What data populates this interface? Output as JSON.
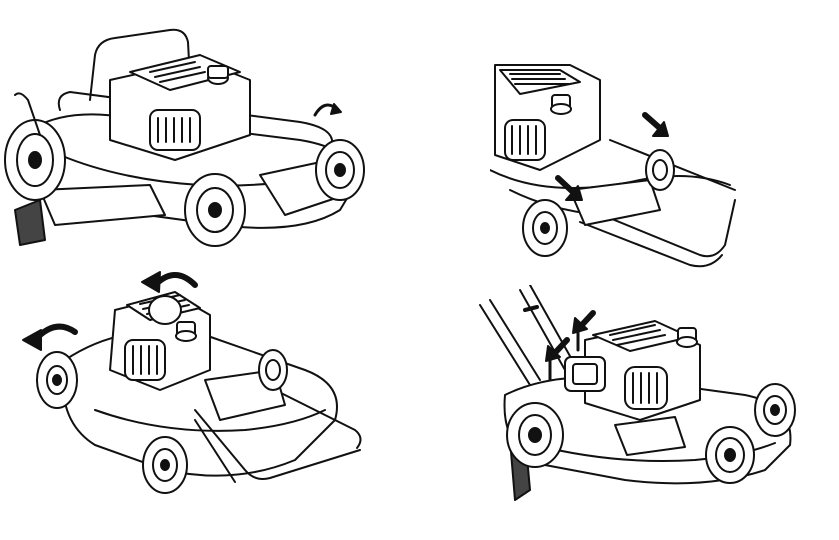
{
  "figures": [
    {
      "id": "step-1",
      "description_icon": "curved-arrow-icon"
    },
    {
      "id": "step-2",
      "description_icon": "arrow-icon"
    },
    {
      "id": "step-3",
      "description_icon": "curved-arrow-icon"
    },
    {
      "id": "step-4",
      "description_icon": "arrow-icon"
    }
  ],
  "colors": {
    "ink": "#111111",
    "paper": "#ffffff",
    "shade": "#777777"
  }
}
